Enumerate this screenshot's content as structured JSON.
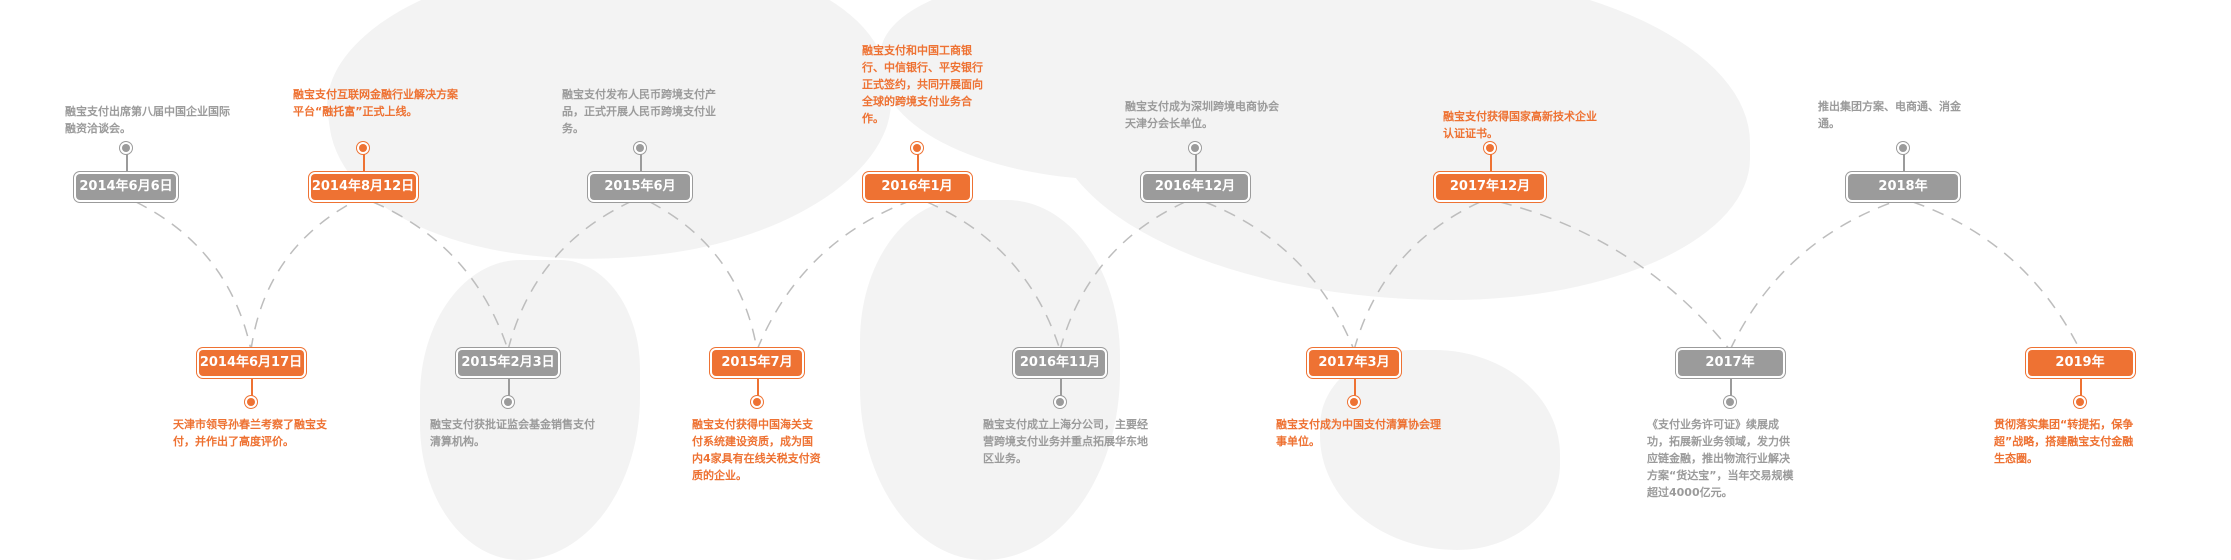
{
  "colors": {
    "orange": "#ee7233",
    "gray": "#9b9b9b"
  },
  "top_events": [
    {
      "date": "2014年6月6日",
      "text": "融宝支付出席第八届中国企业国际融资洽谈会。",
      "color": "gray"
    },
    {
      "date": "2014年8月12日",
      "text": "融宝支付互联网金融行业解决方案平台“融托富”正式上线。",
      "color": "orange"
    },
    {
      "date": "2015年6月",
      "text": "融宝支付发布人民币跨境支付产品，正式开展人民币跨境支付业务。",
      "color": "gray"
    },
    {
      "date": "2016年1月",
      "text": "融宝支付和中国工商银行、中信银行、平安银行正式签约，共同开展面向全球的跨境支付业务合作。",
      "color": "orange"
    },
    {
      "date": "2016年12月",
      "text": "融宝支付成为深圳跨境电商协会天津分会长单位。",
      "color": "gray"
    },
    {
      "date": "2017年12月",
      "text": "融宝支付获得国家高新技术企业认证证书。",
      "color": "orange"
    },
    {
      "date": "2018年",
      "text": "推出集团方案、电商通、消金通。",
      "color": "gray"
    }
  ],
  "bottom_events": [
    {
      "date": "2014年6月17日",
      "text": "天津市领导孙春兰考察了融宝支付，并作出了高度评价。",
      "color": "orange"
    },
    {
      "date": "2015年2月3日",
      "text": "融宝支付获批证监会基金销售支付清算机构。",
      "color": "gray"
    },
    {
      "date": "2015年7月",
      "text": "融宝支付获得中国海关支付系统建设资质，成为国内4家具有在线关税支付资质的企业。",
      "color": "orange"
    },
    {
      "date": "2016年11月",
      "text": "融宝支付成立上海分公司，主要经营跨境支付业务并重点拓展华东地区业务。",
      "color": "gray"
    },
    {
      "date": "2017年3月",
      "text": "融宝支付成为中国支付清算协会理事单位。",
      "color": "orange"
    },
    {
      "date": "2017年",
      "text": "《支付业务许可证》续展成功，拓展新业务领域，发力供应链金融，推出物流行业解决方案“货达宝”，当年交易规模超过4000亿元。",
      "color": "gray"
    },
    {
      "date": "2019年",
      "text": "贯彻落实集团“转提拓，保争超”战略，搭建融宝支付金融生态圈。",
      "color": "orange"
    }
  ]
}
